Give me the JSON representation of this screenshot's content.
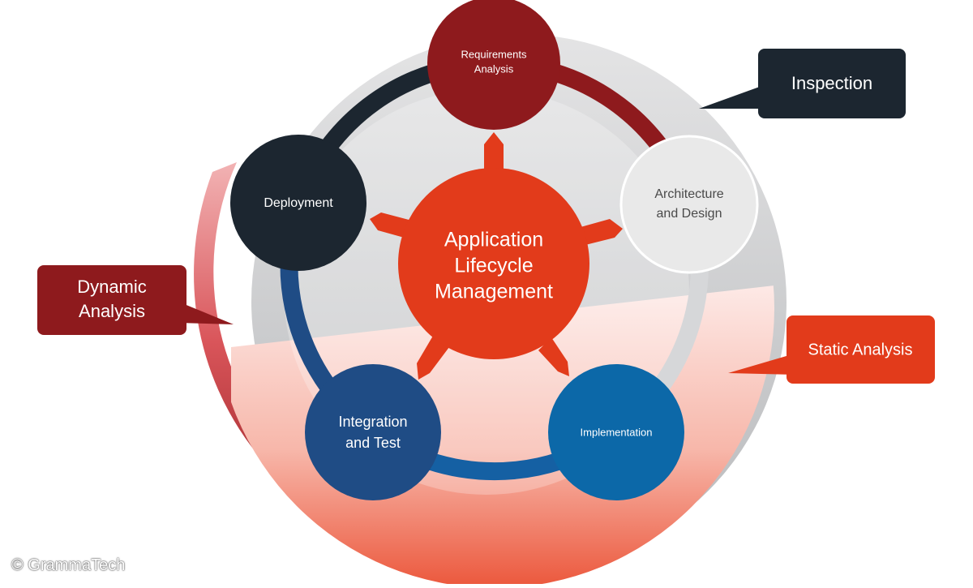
{
  "diagram": {
    "center": {
      "lines": [
        "Application",
        "Lifecycle",
        "Management"
      ]
    },
    "stages": [
      {
        "id": "requirements",
        "lines": [
          "Requirements",
          "Analysis"
        ],
        "color": "#8e1a1d"
      },
      {
        "id": "architecture",
        "lines": [
          "Architecture",
          "and Design"
        ],
        "color": "#e9e9e9"
      },
      {
        "id": "implementation",
        "lines": [
          "Implementation"
        ],
        "color": "#0c68a8"
      },
      {
        "id": "integration",
        "lines": [
          "Integration",
          "and Test"
        ],
        "color": "#1f4c85"
      },
      {
        "id": "deployment",
        "lines": [
          "Deployment"
        ],
        "color": "#1c2630"
      }
    ],
    "callouts": [
      {
        "id": "inspection",
        "lines": [
          "Inspection"
        ],
        "color": "#1c2630"
      },
      {
        "id": "dynamic",
        "lines": [
          "Dynamic",
          "Analysis"
        ],
        "color": "#8e1a1d"
      },
      {
        "id": "static",
        "lines": [
          "Static Analysis"
        ],
        "color": "#e23b1b"
      }
    ],
    "colors": {
      "center": "#e23b1b",
      "gray_ring": "#cfd0d2",
      "red_band": "#b8262a"
    }
  },
  "credit": "© GrammaTech"
}
